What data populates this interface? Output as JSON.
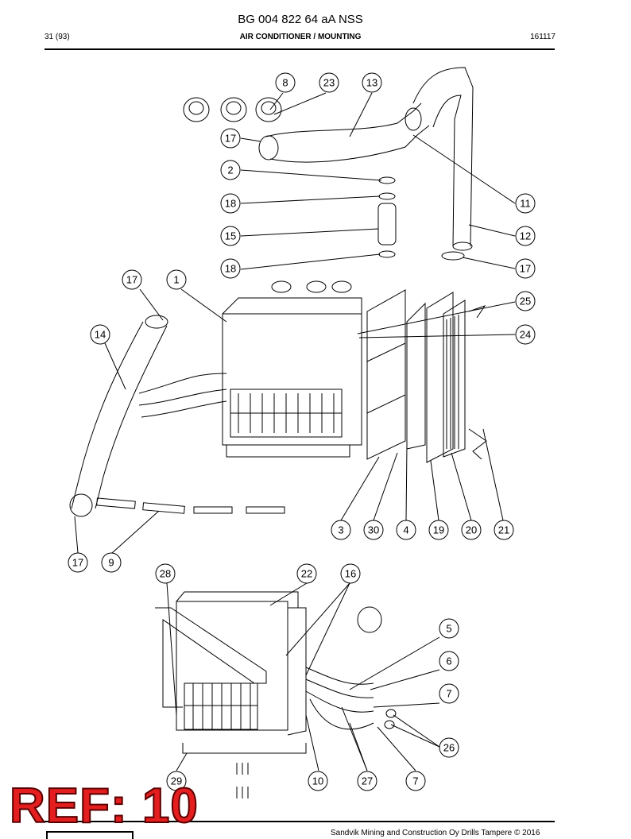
{
  "document": {
    "title": "BG 004 822 64 aA NSS",
    "page_number": "31 (93)",
    "section": "AIR CONDITIONER / MOUNTING",
    "date_code": "161117",
    "footer": "Sandvik Mining and Construction Oy Drills Tampere © 2016",
    "stamp": "REF: 10"
  },
  "callouts": [
    "8",
    "23",
    "13",
    "17",
    "2",
    "18",
    "15",
    "18",
    "11",
    "12",
    "17",
    "17",
    "1",
    "14",
    "25",
    "24",
    "3",
    "30",
    "4",
    "19",
    "20",
    "21",
    "17",
    "9",
    "28",
    "22",
    "16",
    "5",
    "6",
    "7",
    "26",
    "29",
    "10",
    "27",
    "7"
  ]
}
